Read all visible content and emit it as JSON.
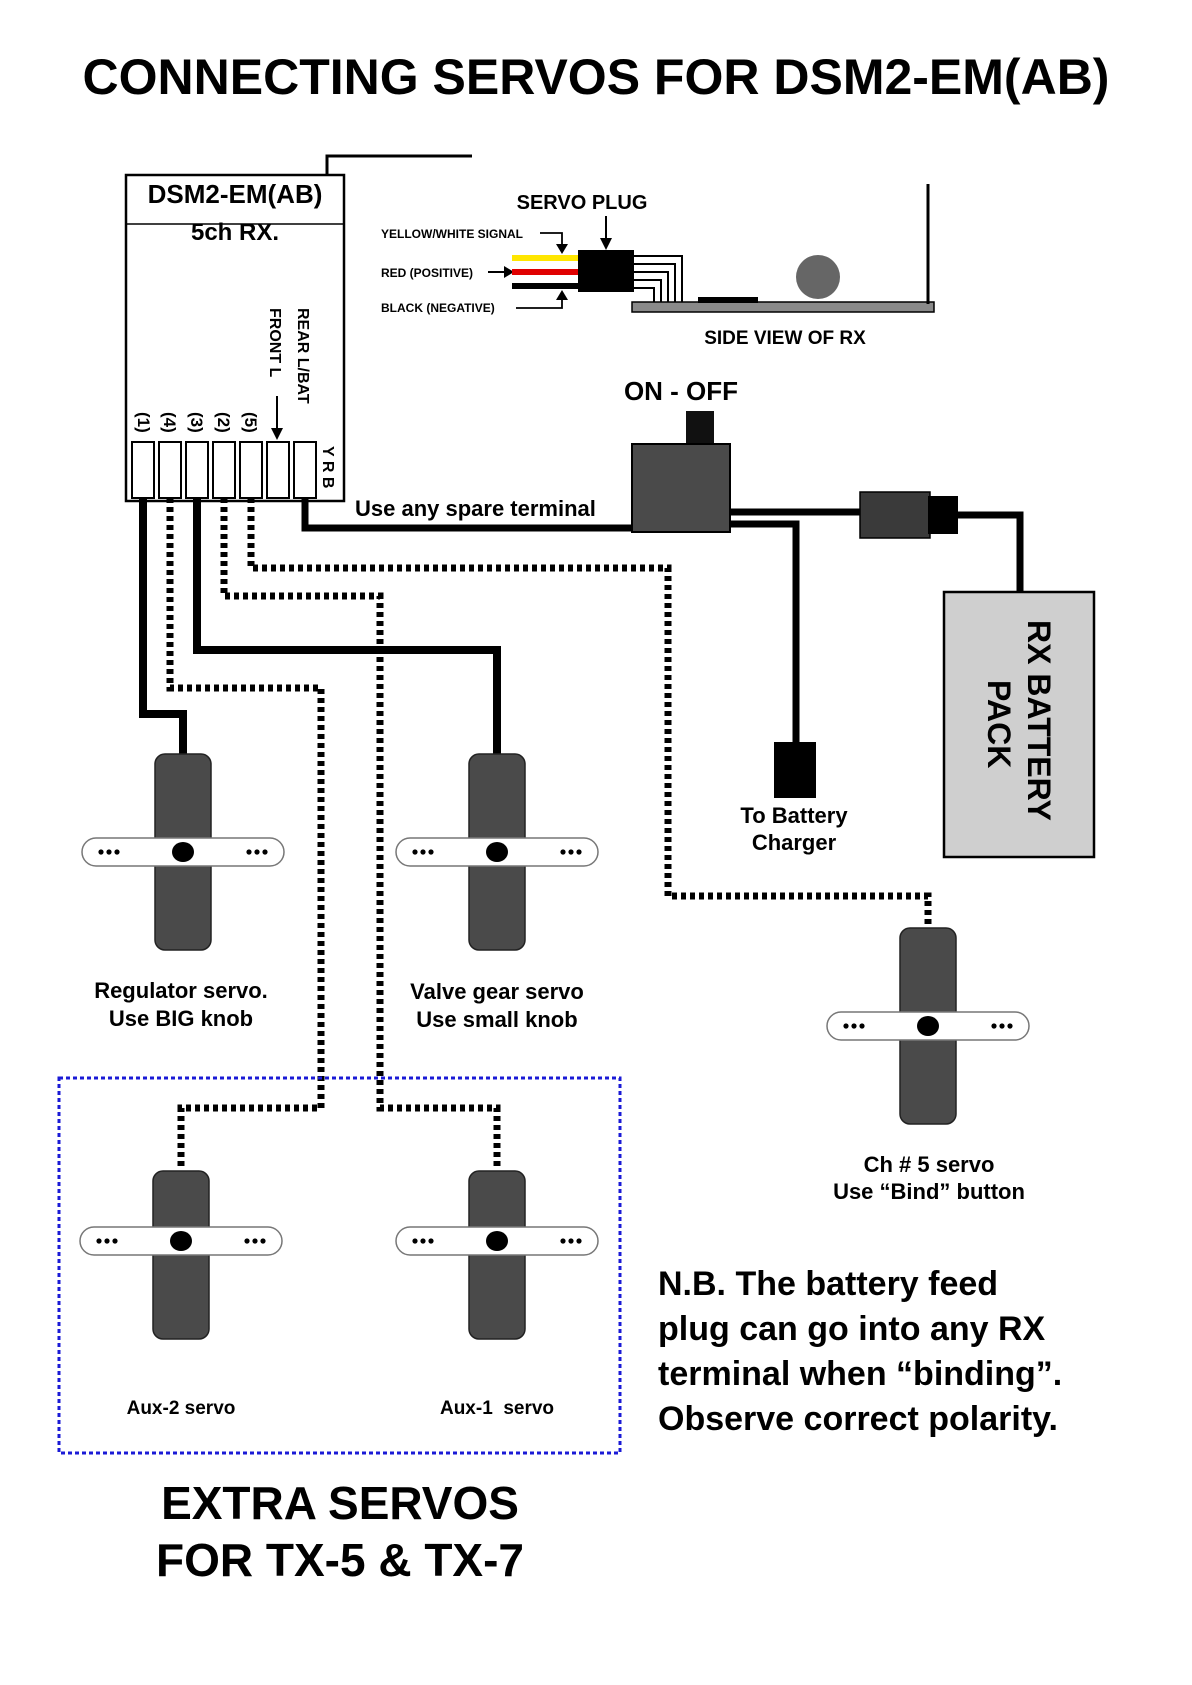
{
  "title": "CONNECTING SERVOS FOR DSM2-EM(AB)",
  "receiver": {
    "name": "DSM2-EM(AB)",
    "subtitle": "5ch RX.",
    "channels": [
      "(1)",
      "(4)",
      "(3)",
      "(2)",
      "(5)"
    ],
    "rear_label": "REAR L/BAT",
    "front_label": "FRONT L",
    "pins_label": "Y R B"
  },
  "servo_plug": {
    "title": "SERVO PLUG",
    "signal": "YELLOW/WHITE SIGNAL",
    "positive": "RED (POSITIVE)",
    "negative": "BLACK (NEGATIVE)",
    "side_view": "SIDE VIEW OF RX"
  },
  "switch_label": "ON - OFF",
  "spare_terminal": "Use any spare terminal",
  "battery": {
    "line1": "RX BATTERY",
    "line2": "PACK"
  },
  "charger": {
    "line1": "To Battery",
    "line2": "Charger"
  },
  "servos": {
    "regulator": {
      "line1": "Regulator servo.",
      "line2": "Use BIG knob"
    },
    "valve": {
      "line1": "Valve gear servo",
      "line2": "Use small knob"
    },
    "ch5": {
      "line1": "Ch # 5 servo",
      "line2": "Use “Bind” button"
    },
    "aux2": "Aux-2 servo",
    "aux1": "Aux-1  servo"
  },
  "note": [
    "N.B. The battery feed",
    "plug can go into any RX",
    "terminal when “binding”.",
    "Observe correct polarity."
  ],
  "extra": {
    "line1": "EXTRA SERVOS",
    "line2": "FOR TX-5 & TX-7"
  },
  "colors": {
    "wire": "#000000",
    "servo_body": "#4a4a4a",
    "signal_wire": "#ffe600",
    "positive_wire": "#e00000",
    "spare_text": "#e00000",
    "battery_fill": "#cfcfcf",
    "aux_box": "#1a1ad6"
  }
}
